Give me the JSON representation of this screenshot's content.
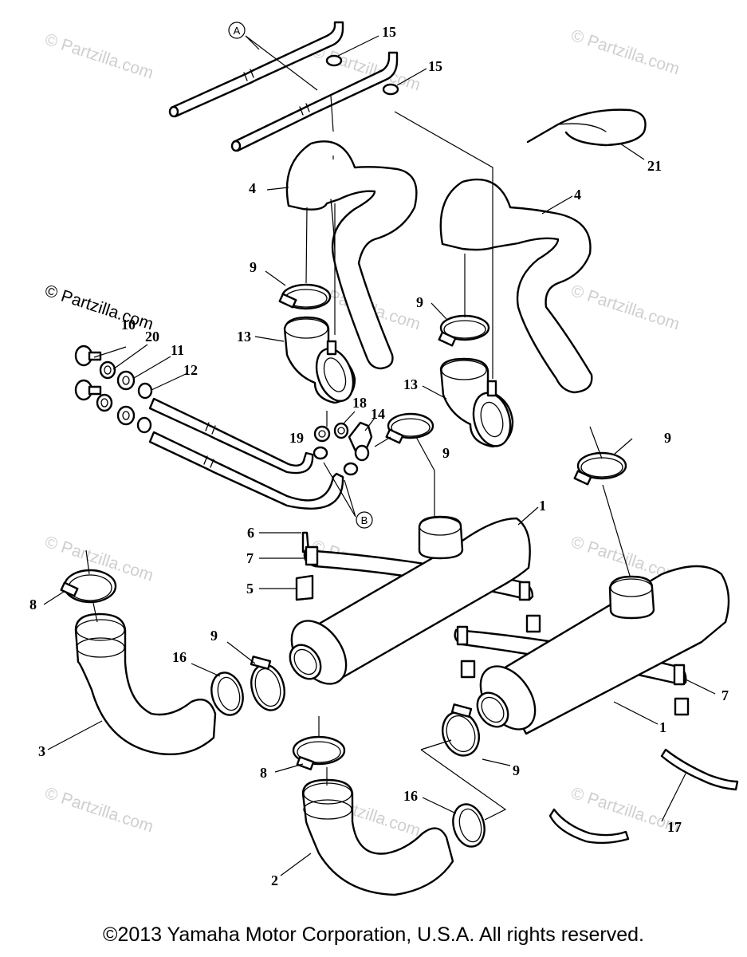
{
  "watermark": "© Partzilla.com",
  "callouts": {
    "A": "A",
    "B": "B"
  },
  "part_numbers": {
    "n1": "1",
    "n2": "2",
    "n3": "3",
    "n4": "4",
    "n5": "5",
    "n6": "6",
    "n7": "7",
    "n8": "8",
    "n9": "9",
    "n10": "10",
    "n11": "11",
    "n12": "12",
    "n13": "13",
    "n14": "14",
    "n15": "15",
    "n16": "16",
    "n17": "17",
    "n18": "18",
    "n19": "19",
    "n20": "20",
    "n21": "21"
  },
  "copyright": "©2013 Yamaha Motor Corporation, U.S.A. All rights reserved."
}
